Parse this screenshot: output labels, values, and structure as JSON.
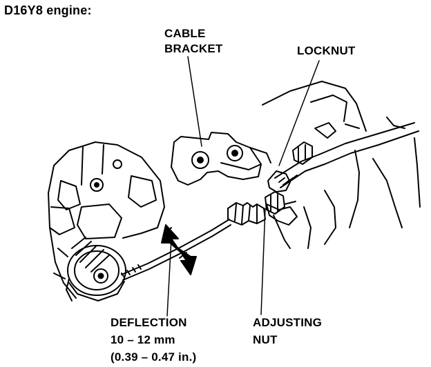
{
  "title": "D16Y8 engine:",
  "labels": {
    "cable_bracket": [
      "CABLE",
      "BRACKET"
    ],
    "locknut": "LOCKNUT",
    "deflection": [
      "DEFLECTION",
      "10 – 12 mm",
      "(0.39 – 0.47 in.)"
    ],
    "adjusting_nut": [
      "ADJUSTING",
      "NUT"
    ]
  }
}
